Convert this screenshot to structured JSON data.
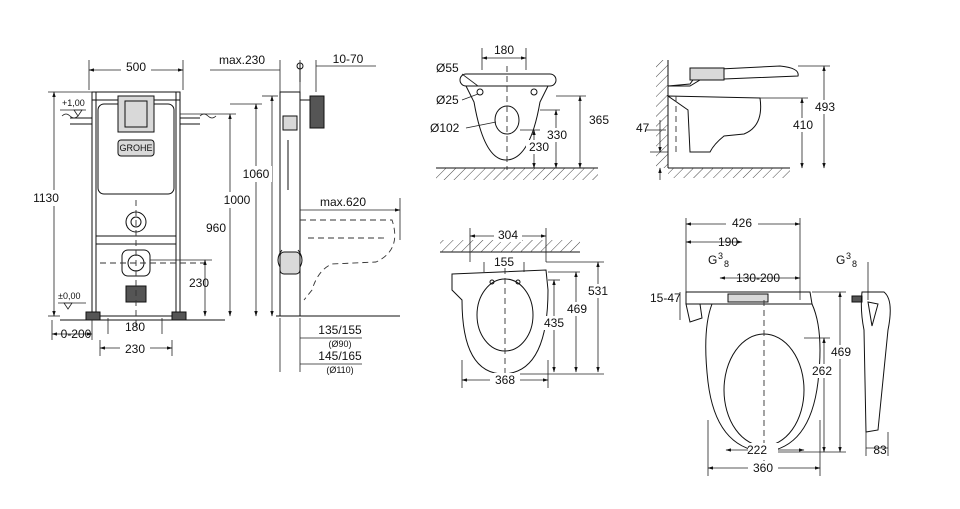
{
  "brand_plate": "GROHE",
  "frame": {
    "width": "500",
    "max_depth": "max.230",
    "adjust_range": "10-70",
    "height_total": "1130",
    "h_1060": "1060",
    "h_1000": "1000",
    "h_960": "960",
    "h_230": "230",
    "floor_range": "0-200",
    "w_180": "180",
    "w_230": "230",
    "level_plus": "+1,00",
    "level_zero": "±0,00",
    "bowl_proj": "max.620",
    "pipe_a": "135/155",
    "pipe_a_dia": "(Ø90)",
    "pipe_b": "145/165",
    "pipe_b_dia": "(Ø110)"
  },
  "bowl_front": {
    "top_width": "180",
    "d55": "Ø55",
    "d25": "Ø25",
    "d102": "Ø102",
    "h365": "365",
    "h330": "330",
    "h230": "230"
  },
  "bowl_top": {
    "w304": "304",
    "w155": "155",
    "h531": "531",
    "h469": "469",
    "h435": "435",
    "w368": "368"
  },
  "seat_side": {
    "h47": "47",
    "h410": "410",
    "h493": "493"
  },
  "seat_top": {
    "w426": "426",
    "w190": "190",
    "thread": "G",
    "thread_sup": "3",
    "thread_sub": "8",
    "range": "130-200",
    "h_range": "15-47",
    "h469": "469",
    "h262": "262",
    "w222": "222",
    "w360": "360"
  },
  "hose_side": {
    "thread": "G",
    "thread_sup": "3",
    "thread_sub": "8",
    "w83": "83"
  }
}
